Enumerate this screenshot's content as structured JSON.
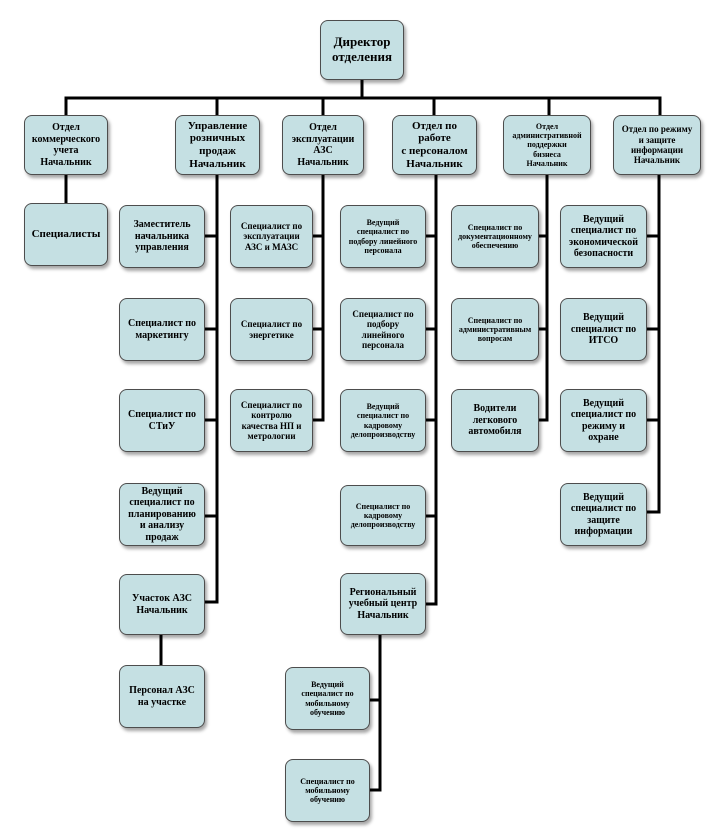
{
  "diagram": {
    "root": "Директор\nотделения",
    "departments": {
      "commercial": "Отдел\nкоммерческого\nучета\nНачальник",
      "retail": "Управление\nрозничных\nпродаж\nНачальник",
      "operations": "Отдел\nэксплуатации\nАЗС\nНачальник",
      "personnel": "Отдел по\nработе\nс персоналом\nНачальник",
      "admin": "Отдел\nадминистративной\nподдержки\nбизнеса\nНачальник",
      "security": "Отдел по режиму\nи защите\nинформации\nНачальник"
    },
    "commercial_staff": {
      "specialists": "Специалисты"
    },
    "retail_staff": {
      "deputy": "Заместитель\nначальника\nуправления",
      "marketing": "Специалист по\nмаркетингу",
      "stiu": "Специалист по\nСТиУ",
      "planning": "Ведущий\nспециалист по\nпланированию\nи анализу\nпродаж",
      "station_head": "Участок АЗС\nНачальник",
      "station_staff": "Персонал АЗС\nна участке"
    },
    "operations_staff": {
      "exploitation": "Специалист по\nэксплуатации\nАЗС и МАЗС",
      "energy": "Специалист по\nэнергетике",
      "quality": "Специалист по\nконтролю\nкачества НП и\nметрологии"
    },
    "personnel_staff": {
      "lead_recruit": "Ведущий\nспециалист по\nподбору линейного\nперсонала",
      "recruit": "Специалист по\nподбору\nлинейного\nперсонала",
      "lead_records": "Ведущий\nспециалист по\nкадровому\nделопроизводству",
      "records": "Специалист по\nкадровому\nделопроизводству",
      "training_head": "Региональный\nучебный центр\nНачальник",
      "lead_mobile": "Ведущий\nспециалист по\nмобильному\nобучению",
      "mobile": "Специалист по\nмобильному\nобучению"
    },
    "admin_staff": {
      "documents": "Специалист по\nдокументационному\nобеспечению",
      "administrative": "Специалист по\nадминистративным\nвопросам",
      "drivers": "Водители\nлегкового\nавтомобиля"
    },
    "security_staff": {
      "lead_economic": "Ведущий\nспециалист по\nэкономической\nбезопасности",
      "lead_itso": "Ведущий\nспециалист по\nИТСО",
      "lead_regime": "Ведущий\nспециалист по\nрежиму и\nохране",
      "lead_infosec": "Ведущий\nспециалист по\nзащите\nинформации"
    }
  }
}
